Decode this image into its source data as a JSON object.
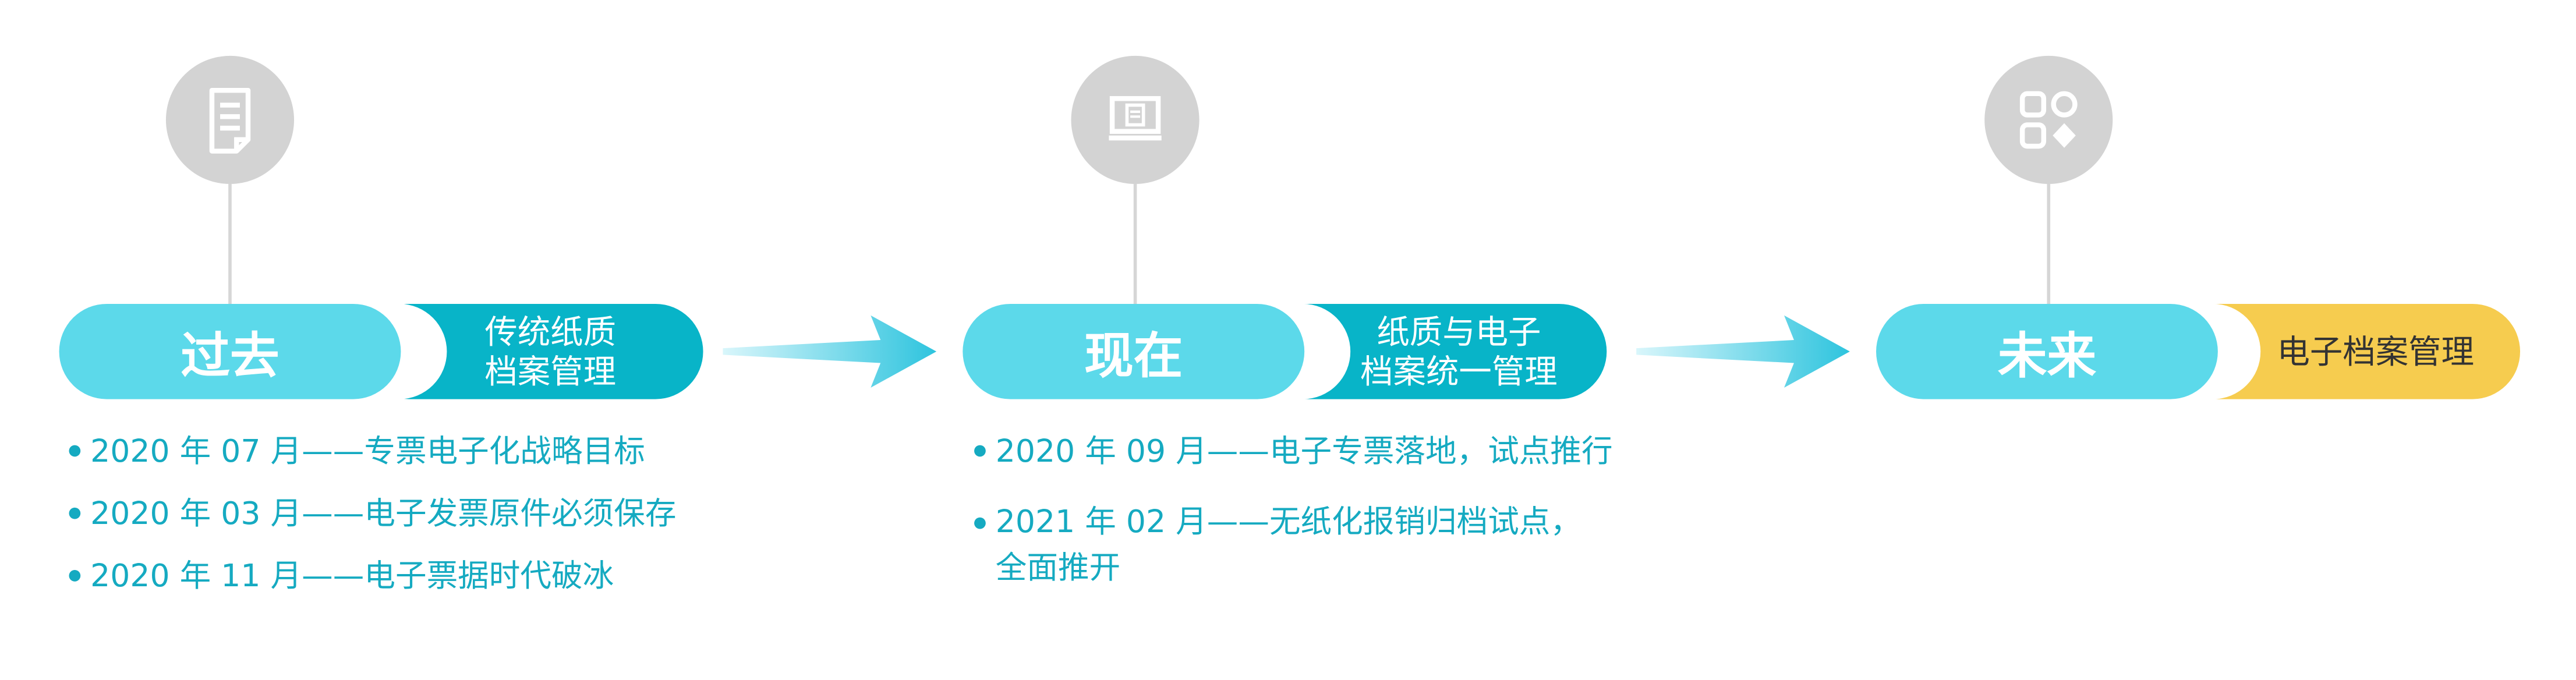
{
  "stages": [
    {
      "title": "过去",
      "description": "传统纸质\n档案管理",
      "icon": "document-icon",
      "bullets": [
        "2020 年 07 月——专票电子化战略目标",
        "2020 年 03 月——电子发票原件必须保存",
        "2020 年 11 月——电子票据时代破冰"
      ]
    },
    {
      "title": "现在",
      "description": "纸质与电子\n档案统一管理",
      "icon": "monitor-document-icon",
      "bullets": [
        "2020 年 09 月——电子专票落地，试点推行",
        "2021 年 02 月——无纸化报销归档试点，\n全面推开"
      ]
    },
    {
      "title": "未来",
      "description": "电子档案管理",
      "icon": "apps-grid-icon",
      "bullets": []
    }
  ],
  "colors": {
    "title_pill": "#5cd9ea",
    "desc_pill_teal": "#08b4c8",
    "desc_pill_yellow": "#f6cc4f",
    "bullet_text": "#15aac1",
    "icon_circle": "#d3d3d3",
    "arrow": "#2ec4de"
  }
}
